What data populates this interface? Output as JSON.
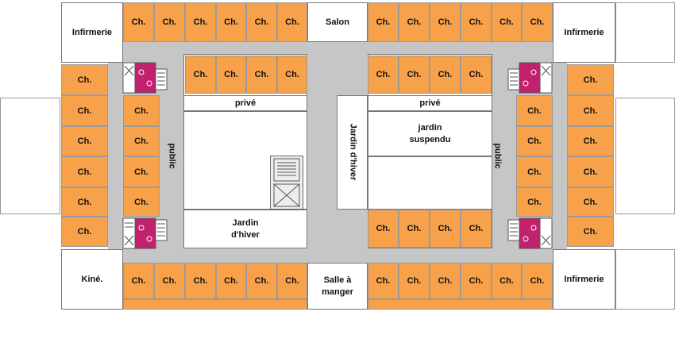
{
  "room_label": "Ch.",
  "labels": {
    "infirmerie_tl": "Infirmerie",
    "infirmerie_tr": "Infirmerie",
    "infirmerie_br": "Infirmerie",
    "salon": "Salon",
    "kine": "Kiné.",
    "salle_manger": "Salle à manger",
    "prive_left": "privé",
    "prive_right": "privé",
    "public_left": "public",
    "public_right": "public",
    "jardin_hiver_center": "Jardin d'hiver",
    "jardin_hiver_vertical": "Jardin d'hiver",
    "jardin_suspendu": "jardin suspendu"
  },
  "colors": {
    "room": "#f7a24a",
    "corridor": "#c6c6c6",
    "sanitary": "#c0226e"
  }
}
